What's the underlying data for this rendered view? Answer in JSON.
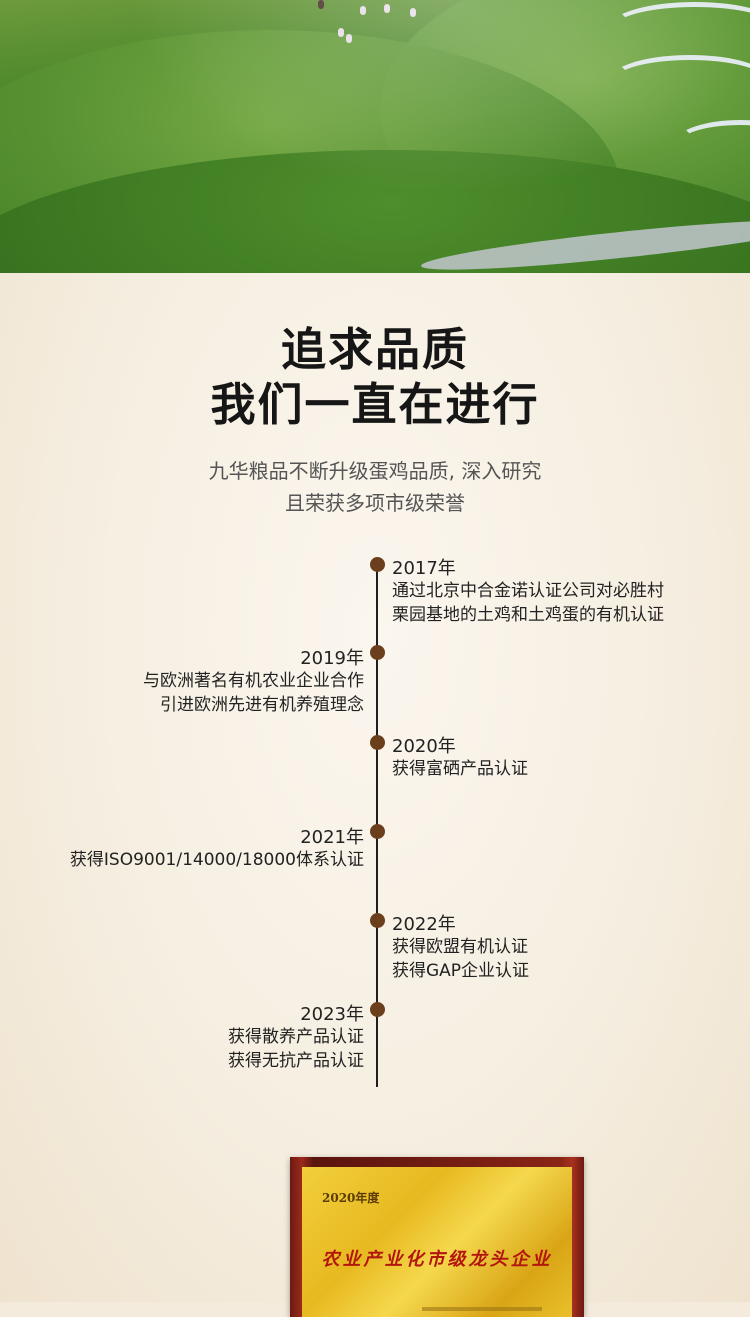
{
  "hero": {
    "image": "green-grassland-landscape"
  },
  "headline": {
    "line1": "追求品质",
    "line2": "我们一直在进行"
  },
  "intro": {
    "line1": "九华粮品不断升级蛋鸡品质, 深入研究",
    "line2": "且荣获多项市级荣誉"
  },
  "timeline": [
    {
      "year": "2017年",
      "lines": [
        "通过北京中合金诺认证公司对必胜村",
        "栗园基地的土鸡和土鸡蛋的有机认证"
      ]
    },
    {
      "year": "2019年",
      "lines": [
        "与欧洲著名有机农业企业合作",
        "引进欧洲先进有机养殖理念"
      ]
    },
    {
      "year": "2020年",
      "lines": [
        "获得富硒产品认证"
      ]
    },
    {
      "year": "2021年",
      "lines": [
        "获得ISO9001/14000/18000体系认证"
      ]
    },
    {
      "year": "2022年",
      "lines": [
        "获得欧盟有机认证",
        "获得GAP企业认证"
      ]
    },
    {
      "year": "2023年",
      "lines": [
        "获得散养产品认证",
        "获得无抗产品认证"
      ]
    }
  ],
  "plaque": {
    "year": "2020年度",
    "title": "农业产业化市级龙头企业"
  },
  "colors": {
    "dot": "#6b3e1c",
    "plaque_red": "#b3160e",
    "plaque_gold": "#e7b920"
  }
}
